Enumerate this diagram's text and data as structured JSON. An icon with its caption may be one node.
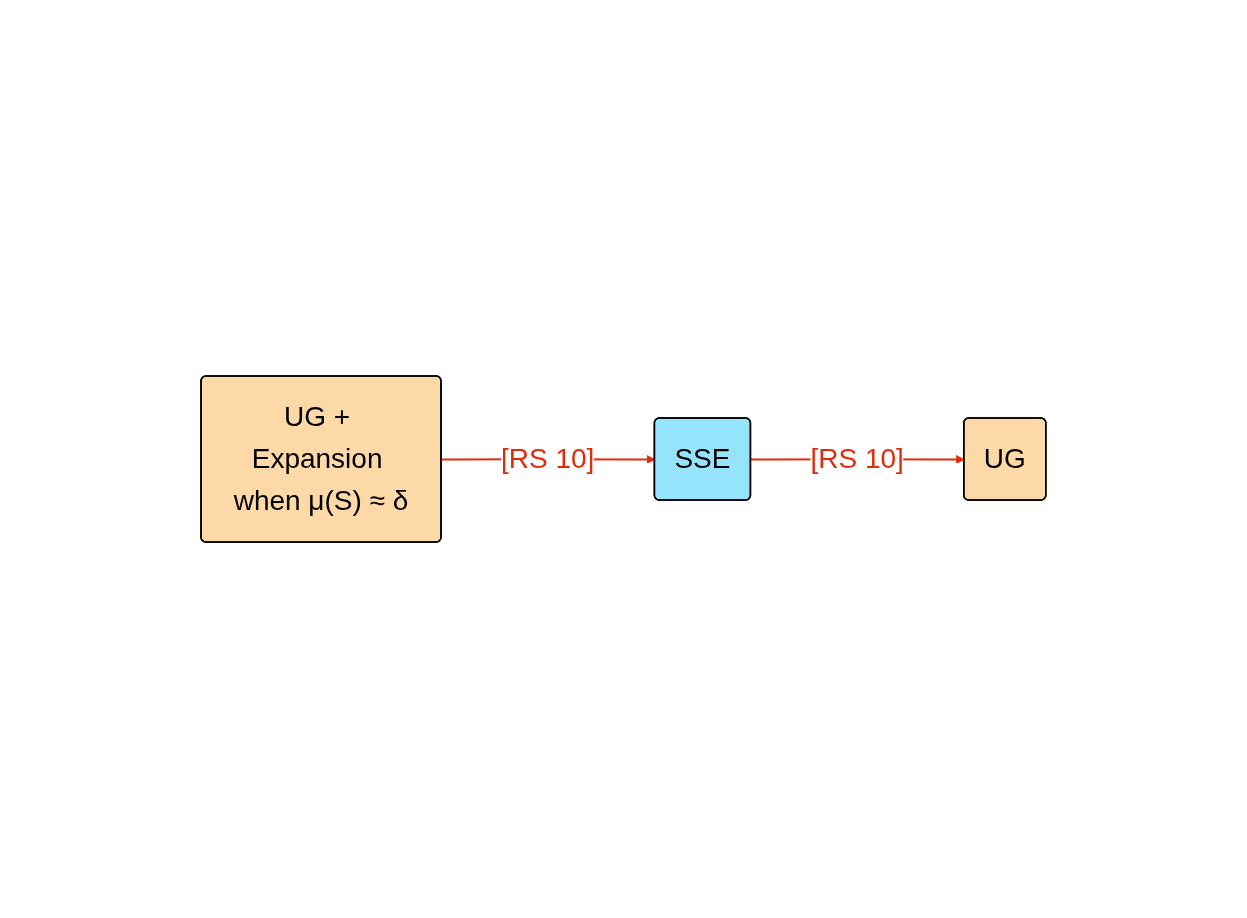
{
  "diagram": {
    "nodes": [
      {
        "text": [
          "SSE"
        ]
      },
      {
        "text": [
          "UG"
        ]
      },
      {
        "text": [
          "UG + Expansion when μ(S) ≈ δ"
        ]
      }
    ],
    "edges": [
      {
        "from": 0,
        "to": 1,
        "arrow": "to",
        "label": "[RS 10]",
        "color": "#e02c0c"
      },
      {
        "from": 2,
        "to": 0,
        "arrow": "to",
        "label": "[RS 10]",
        "color": "#e02c0c"
      }
    ]
  }
}
